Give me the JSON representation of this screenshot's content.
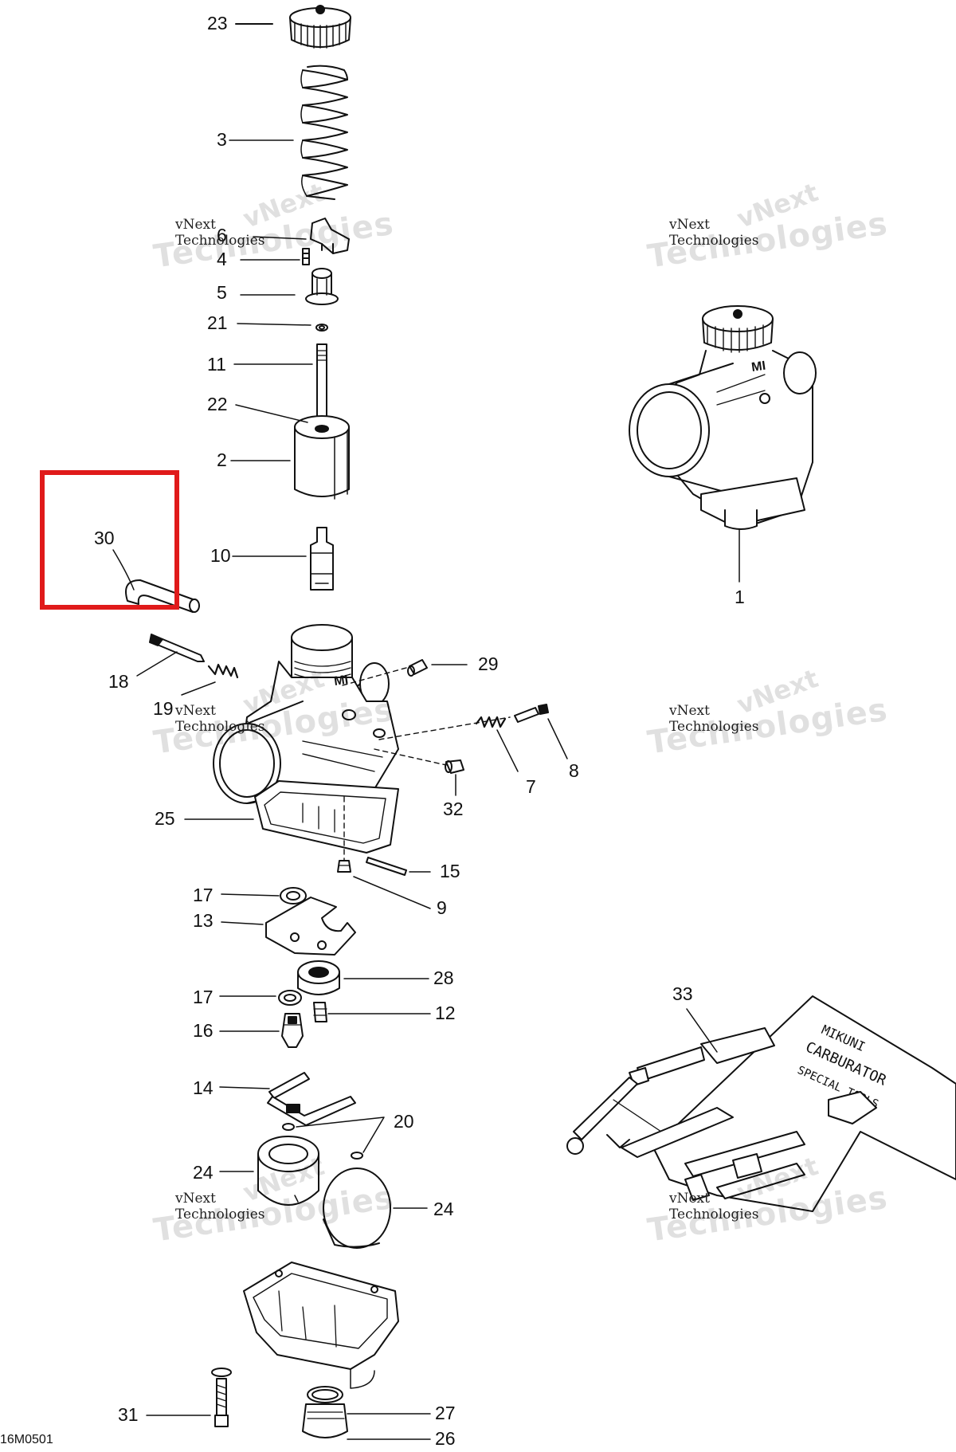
{
  "diagram_code": "16M0501",
  "watermark": {
    "line_small": "vNext Technologies",
    "line_big": "Technologies",
    "line_tag": "vNext"
  },
  "highlight": {
    "part": "30",
    "color": "#e01a1a"
  },
  "callouts": {
    "p23": "23",
    "p3": "3",
    "p6": "6",
    "p4": "4",
    "p5": "5",
    "p21": "21",
    "p11": "11",
    "p22": "22",
    "p2": "2",
    "p10": "10",
    "p30": "30",
    "p1": "1",
    "p18": "18",
    "p19": "19",
    "p29": "29",
    "p7": "7",
    "p8": "8",
    "p32": "32",
    "p25": "25",
    "p15": "15",
    "p9": "9",
    "p17a": "17",
    "p13": "13",
    "p28": "28",
    "p17b": "17",
    "p12": "12",
    "p16": "16",
    "p14": "14",
    "p20": "20",
    "p24a": "24",
    "p24b": "24",
    "p33": "33",
    "p31": "31",
    "p27": "27",
    "p26": "26"
  },
  "toolkit_label": "MIKUNI CARBURATOR SPECIAL TOOLS",
  "body_brand": "MI"
}
